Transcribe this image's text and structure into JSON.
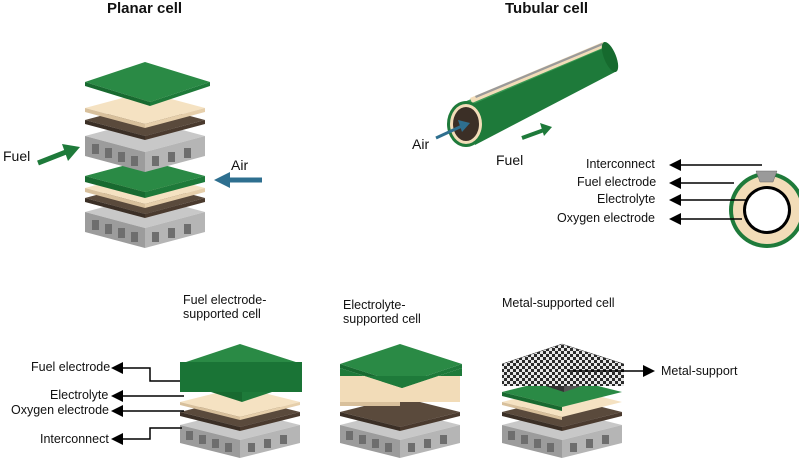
{
  "titles": {
    "planar": "Planar cell",
    "tubular": "Tubular cell"
  },
  "planar_labels": {
    "fuel": "Fuel",
    "air": "Air"
  },
  "tubular_labels": {
    "air": "Air",
    "fuel": "Fuel",
    "interconnect": "Interconnect",
    "fuel_electrode": "Fuel electrode",
    "electrolyte": "Electrolyte",
    "oxygen_electrode": "Oxygen electrode"
  },
  "captions": {
    "fuel_supported": "Fuel electrode-supported cell",
    "electrolyte_supported": "Electrolyte-supported cell",
    "metal_supported": "Metal-supported cell"
  },
  "layer_labels": {
    "fuel_electrode": "Fuel electrode",
    "electrolyte": "Electrolyte",
    "oxygen_electrode": "Oxygen electrode",
    "interconnect": "Interconnect",
    "metal_support": "Metal-support"
  },
  "colors": {
    "fuel_electrode": "#1e7a3a",
    "electrolyte": "#f2dcb8",
    "oxygen_electrode": "#4a3a2e",
    "interconnect": "#a9a9a9",
    "metal_support": "#3a3a3a",
    "air_arrow": "#2e6f8f",
    "fuel_arrow": "#1e7a3a"
  }
}
